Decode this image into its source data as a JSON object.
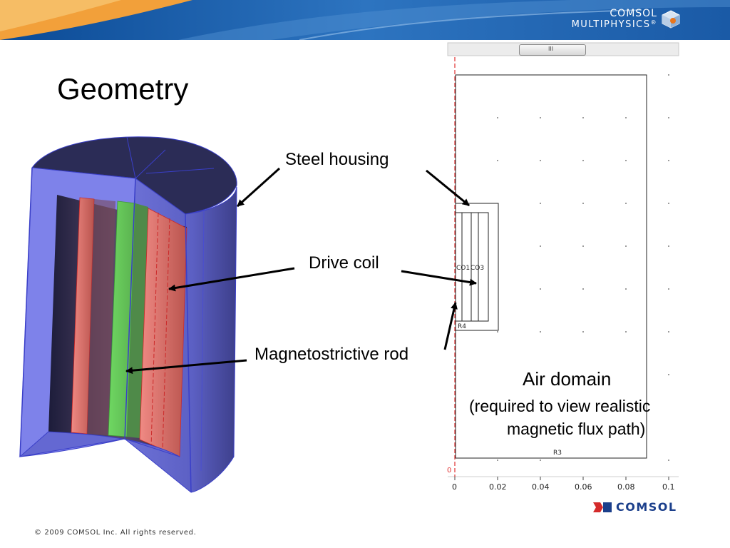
{
  "header": {
    "logo_line1": "COMSOL",
    "logo_line2": "MULTIPHYSICS",
    "logo_mark": "®"
  },
  "slide": {
    "title": "Geometry"
  },
  "labels": {
    "steel_housing": "Steel housing",
    "drive_coil": "Drive coil",
    "rod": "Magnetostrictive rod",
    "air_domain": "Air domain",
    "air_note_line1": "(required to view realistic",
    "air_note_line2": "magnetic flux path)"
  },
  "geometry_view": {
    "domain_labels": [
      "CO1",
      "CO3",
      "R4",
      "R3"
    ],
    "x_axis_ticks": [
      "0",
      "0.02",
      "0.04",
      "0.06",
      "0.08",
      "0.1"
    ],
    "axis_edge_mark": "0",
    "scrollbar_grip": "III"
  },
  "footer": {
    "copyright": "© 2009 COMSOL Inc. All rights reserved.",
    "brand": "COMSOL"
  },
  "colors": {
    "banner_blue": "#1d5fa8",
    "banner_orange": "#f2a03a",
    "housing": "#7b7ee6",
    "housing_dark": "#2f2f5c",
    "coil_red": "#e0847c",
    "rod_green": "#7bdc72",
    "brand_blue": "#1b3f8b"
  }
}
